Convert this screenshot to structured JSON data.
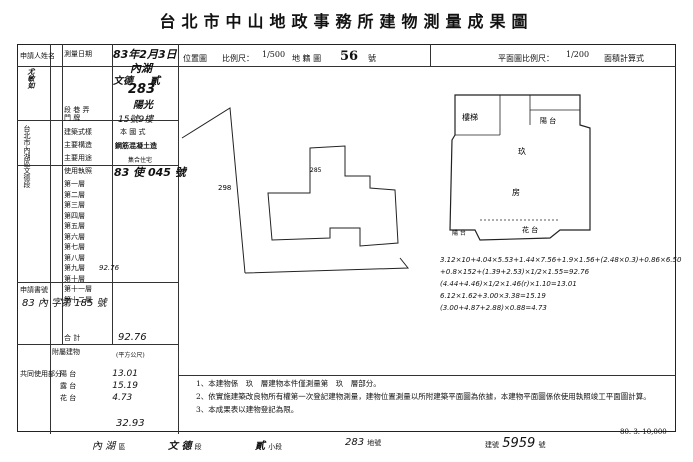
{
  "title": "台北市中山地政事務所建物測量成果圖",
  "header": {
    "location_map_label": "位置圖",
    "scale_label": "比例尺：",
    "scale_value": "1/500",
    "sheet_label": "地 籍 圖",
    "sheet_no": "56",
    "sheet_suffix": "號",
    "plan_scale_label": "平面圖比例尺：",
    "plan_scale_value": "1/200",
    "area_calc_label": "面積計算式"
  },
  "left": {
    "applicant_label": "申請人姓名",
    "applicant_name": "尤敏如",
    "survey_date_label": "測量日期",
    "survey_date": "83年2月3日",
    "district": "內湖",
    "section": "文德",
    "subsection": "貳",
    "lot_no": "283",
    "road": "陽光",
    "lane_label": "段 巷 弄",
    "door_label": "門 牌",
    "floors": "15號9樓",
    "main_use_label": "建築式樣",
    "main_structure": "本 國 式",
    "structure_label": "主要構造",
    "structure_value": "鋼筋混凝土造",
    "use_label": "主要用途",
    "use_value": "集合住宅",
    "license_label": "使用執照",
    "license_value": "83 使 045 號",
    "floor_labels": [
      "第一層",
      "第二層",
      "第三層",
      "第四層",
      "第五層",
      "第六層",
      "第七層",
      "第八層",
      "第九層",
      "第十層",
      "第十一層",
      "第十二層"
    ],
    "ninth_floor_area": "92.76",
    "total_label": "合 計",
    "total_area": "92.76",
    "seal_text": "台北市內湖區文德段",
    "reg_label": "申請書號",
    "reg_no": "83 內 字第 185 號",
    "annex_label": "附屬建物",
    "annex_rows": [
      {
        "use": "陽 台",
        "area": "13.01"
      },
      {
        "use": "露 台",
        "area": "15.19"
      },
      {
        "use": "花 台",
        "area": "4.73"
      }
    ],
    "annex_total": "32.93",
    "common_label": "共同使用部分",
    "area_unit": "(平方公尺)"
  },
  "plan_labels": {
    "stair": "樓梯",
    "balcony_top": "陽 台",
    "main": "玖",
    "room": "房",
    "flower_bed": "花 台",
    "balcony_side": "陽 台",
    "lot_label": "298",
    "lot_label2": "285"
  },
  "formulas": [
    "3.12×10+4.04×5.53+1.44×7.56+1.9×1.56+(2.48×0.3)+0.86×6.50",
    "+0.8×152+(1.39+2.53)×1/2×1.55=92.76",
    "(4.44+4.46)×1/2×1.46(r)×1.10=13.01",
    "6.12×1.62+3.00×3.38=15.19",
    "(3.00+4.87+2.88)×0.88=4.73"
  ],
  "notes": [
    "1、本建物係　玖　層建物本件僅測量第　玖　層部分。",
    "2、依實施建築改良物所有權第一次登記建物測量，建物位置測量以所附建築平面圖為依據，本建物平面圖係依使用執照竣工平面圖計算。",
    "3、本成果表以建物登記為限。"
  ],
  "footer": {
    "district": "內 湖",
    "district_suffix": "區",
    "section": "文 德",
    "section_suffix": "段",
    "subsection": "貳",
    "subsection_suffix": "小段",
    "lot": "283",
    "lot_suffix": "地號",
    "building_label": "建號",
    "building_no": "5959",
    "building_suffix": "號",
    "code": "80. 3. 10,000"
  }
}
